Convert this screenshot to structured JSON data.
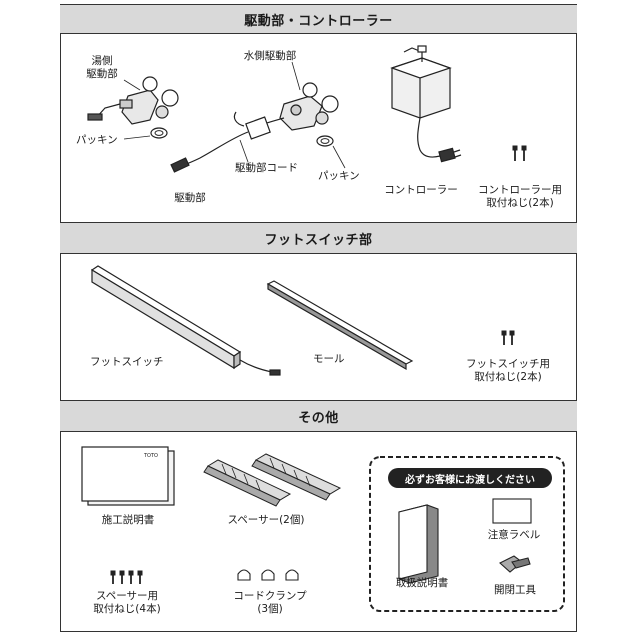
{
  "sections": {
    "drive": "駆動部・コントローラー",
    "foot": "フットスイッチ部",
    "other": "その他"
  },
  "drive": {
    "hot_drive_line1": "湯側",
    "hot_drive_line2": "駆動部",
    "water_drive": "水側駆動部",
    "packing_left": "パッキン",
    "packing_right": "パッキン",
    "drive_cord": "駆動部コード",
    "drive_part": "駆動部",
    "controller": "コントローラー",
    "controller_screw_line1": "コントローラー用",
    "controller_screw_line2": "取付ねじ(2本)"
  },
  "foot": {
    "foot_switch": "フットスイッチ",
    "molding": "モール",
    "screw_line1": "フットスイッチ用",
    "screw_line2": "取付ねじ(2本)"
  },
  "other": {
    "manual_brand": "TOTO",
    "install_manual": "施工説明書",
    "spacer": "スペーサー(2個)",
    "spacer_screw_line1": "スペーサー用",
    "spacer_screw_line2": "取付ねじ(4本)",
    "cord_clamp_line1": "コードクランプ",
    "cord_clamp_line2": "(3個)",
    "notice_title": "必ずお客様にお渡しください",
    "caution_label": "注意ラベル",
    "user_manual": "取扱説明書",
    "opening_tool": "開閉工具"
  }
}
